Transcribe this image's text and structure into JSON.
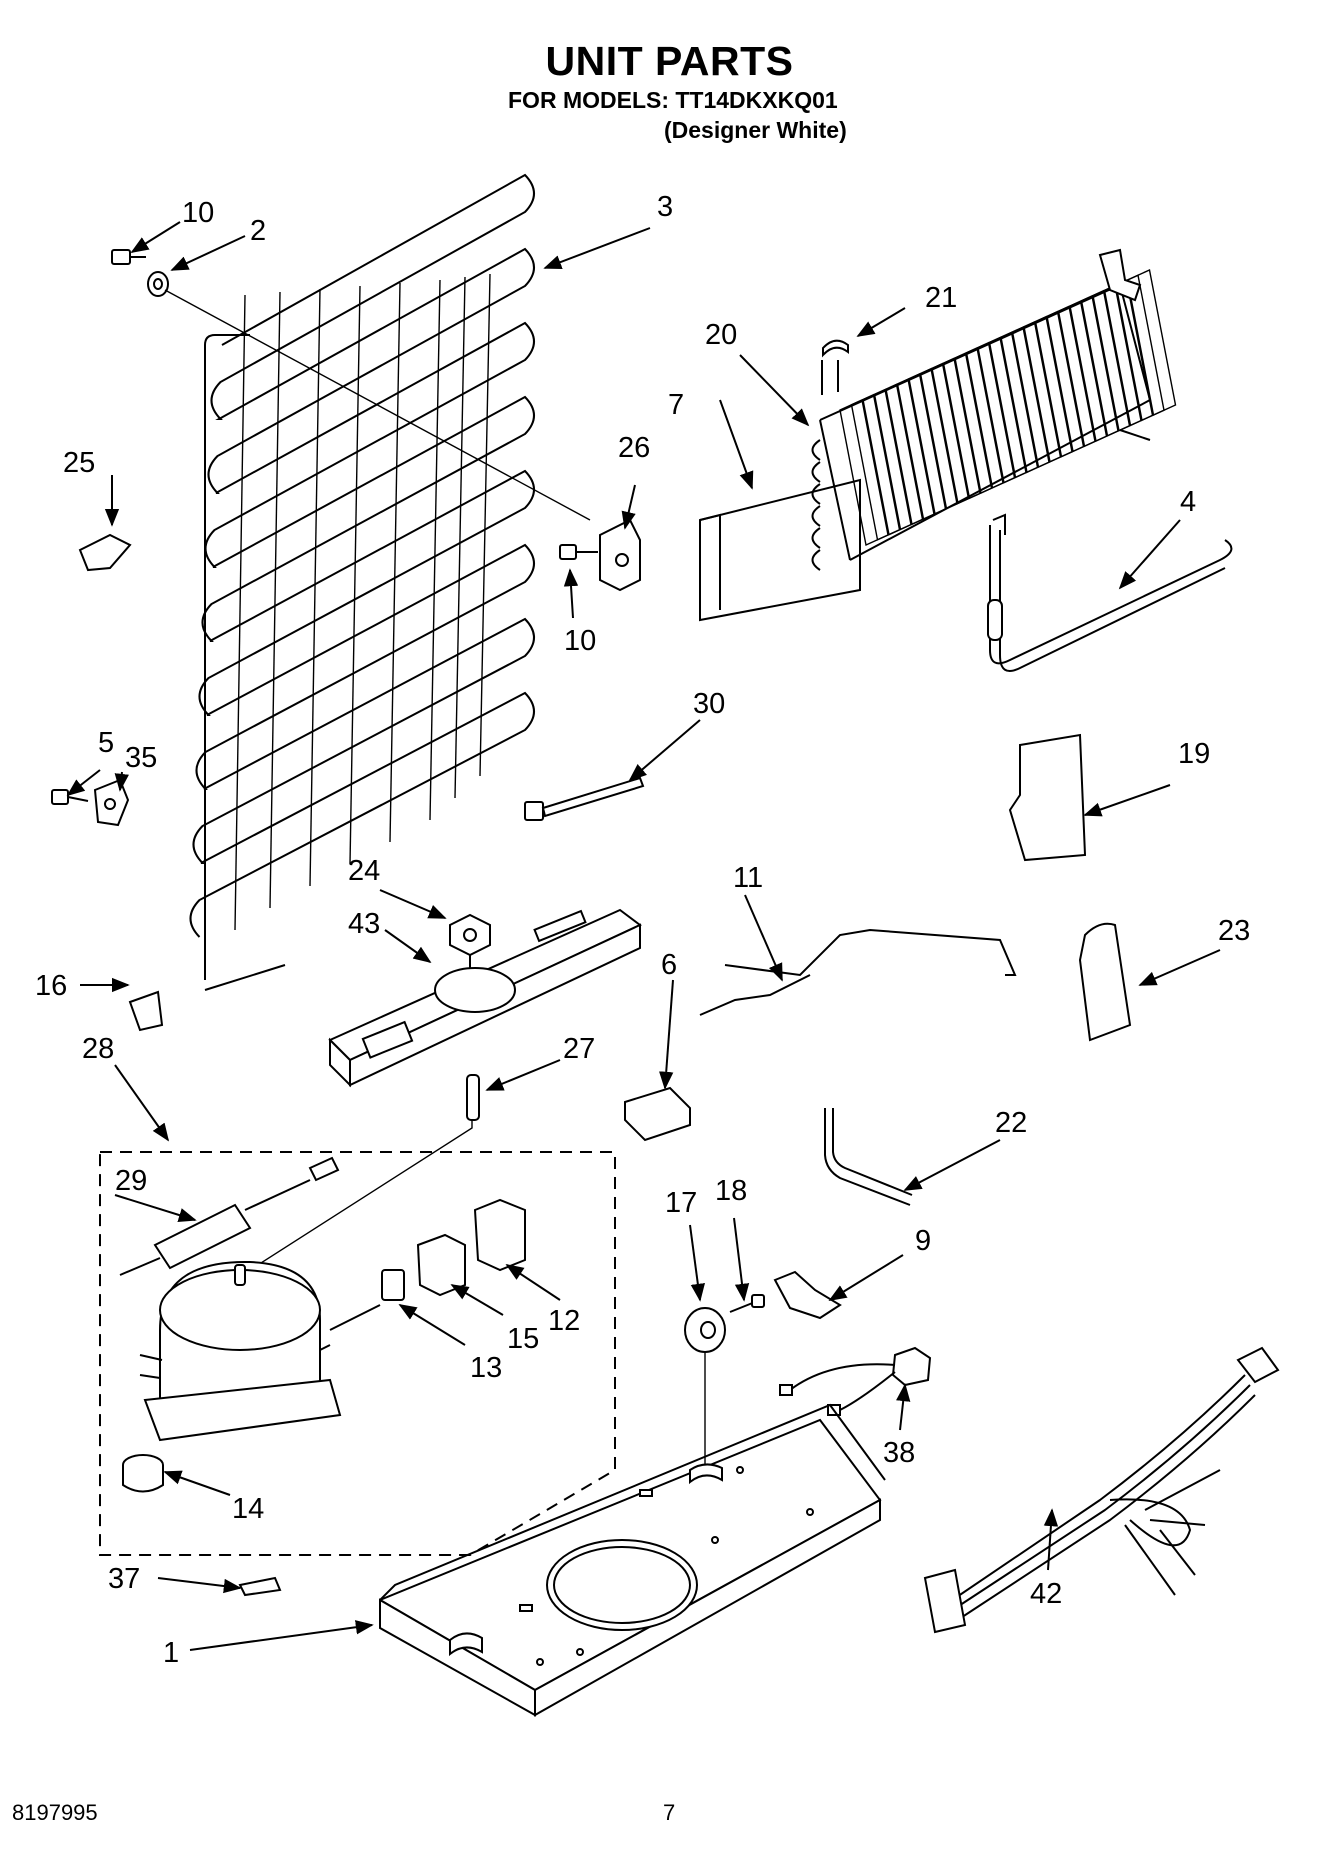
{
  "header": {
    "title": "UNIT PARTS",
    "subtitle": "FOR MODELS: TT14DKXKQ01",
    "variant": "(Designer White)"
  },
  "footer": {
    "doc_number": "8197995",
    "page_number": "7"
  },
  "parts": {
    "p1": "1",
    "p2": "2",
    "p3": "3",
    "p4": "4",
    "p5": "5",
    "p6": "6",
    "p7": "7",
    "p9": "9",
    "p10a": "10",
    "p10b": "10",
    "p11": "11",
    "p12": "12",
    "p13": "13",
    "p14": "14",
    "p15": "15",
    "p16": "16",
    "p17": "17",
    "p18": "18",
    "p19": "19",
    "p20": "20",
    "p21": "21",
    "p22": "22",
    "p23": "23",
    "p24": "24",
    "p25": "25",
    "p26": "26",
    "p27": "27",
    "p28": "28",
    "p29": "29",
    "p30": "30",
    "p35": "35",
    "p37": "37",
    "p38": "38",
    "p42": "42",
    "p43": "43"
  }
}
